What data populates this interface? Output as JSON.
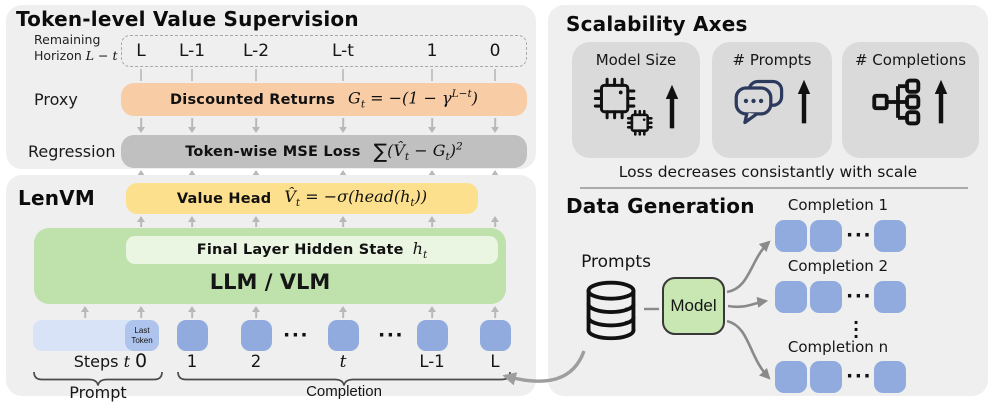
{
  "colors": {
    "panel_bg": "#efeff0",
    "card_bg": "#dadada",
    "proxy_orange": "#f8cda6",
    "regression_gray": "#c0c0c0",
    "value_head_yellow": "#fce08d",
    "llm_green": "#bfe2ad",
    "hidden_state_green": "#eaf5e2",
    "token_blue": "#92abdf",
    "prompt_blue": "#d9e3f7",
    "last_token_blue": "#aec4ec",
    "model_green": "#c9e7b2",
    "chat_icon_navy": "#2c3a5e",
    "arrow_gray": "#b8b8b8"
  },
  "supervision": {
    "title": "Token-level Value Supervision",
    "horizon": {
      "line1": "Remaining",
      "line2": "Horizon",
      "math": "L − t",
      "values": [
        "L",
        "L-1",
        "L-2",
        "L-t",
        "1",
        "0"
      ]
    },
    "proxy": {
      "row_label": "Proxy",
      "box_label": "Discounted Returns",
      "formula": {
        "lhs": "G",
        "lhs_sub": "t",
        "mid": " = −(1 − γ",
        "sup": "L−t",
        "end": ")"
      }
    },
    "regression": {
      "row_label": "Regression",
      "box_label": "Token-wise MSE Loss",
      "formula": {
        "sum": "∑",
        "open": "(",
        "v": "V̂",
        "v_sub": "t",
        "mid": " − G",
        "g_sub": "t",
        "close": ")",
        "sq": "2"
      }
    }
  },
  "lenvm": {
    "title": "LenVM",
    "value_head": {
      "label": "Value Head",
      "formula": {
        "v": "V̂",
        "v_sub": "t",
        "mid": " = −σ(head(h",
        "h_sub": "t",
        "end": "))"
      }
    },
    "hidden_state": {
      "label": "Final Layer Hidden State",
      "var": "h",
      "sub": "t"
    },
    "backbone": "LLM / VLM",
    "last_token": "Last\nToken",
    "steps": {
      "label": "Steps",
      "var": "t",
      "zero": "0"
    },
    "token_labels": [
      "1",
      "2",
      "t",
      "L-1",
      "L"
    ],
    "hdots": "···",
    "prompt_brace": "Prompt",
    "completion_brace": "Completion"
  },
  "scalability": {
    "title": "Scalability Axes",
    "cards": [
      {
        "label": "Model Size",
        "icon": "chip-icon"
      },
      {
        "label": "# Prompts",
        "icon": "chat-bubbles-icon"
      },
      {
        "label": "# Completions",
        "icon": "branch-icon"
      }
    ],
    "note": "Loss decreases consistantly with scale"
  },
  "datagen": {
    "title": "Data Generation",
    "prompts_label": "Prompts",
    "model_label": "Model",
    "completions": [
      "Completion 1",
      "Completion 2",
      "Completion n"
    ],
    "hdots": "···",
    "vdots": "·\n·\n·"
  }
}
